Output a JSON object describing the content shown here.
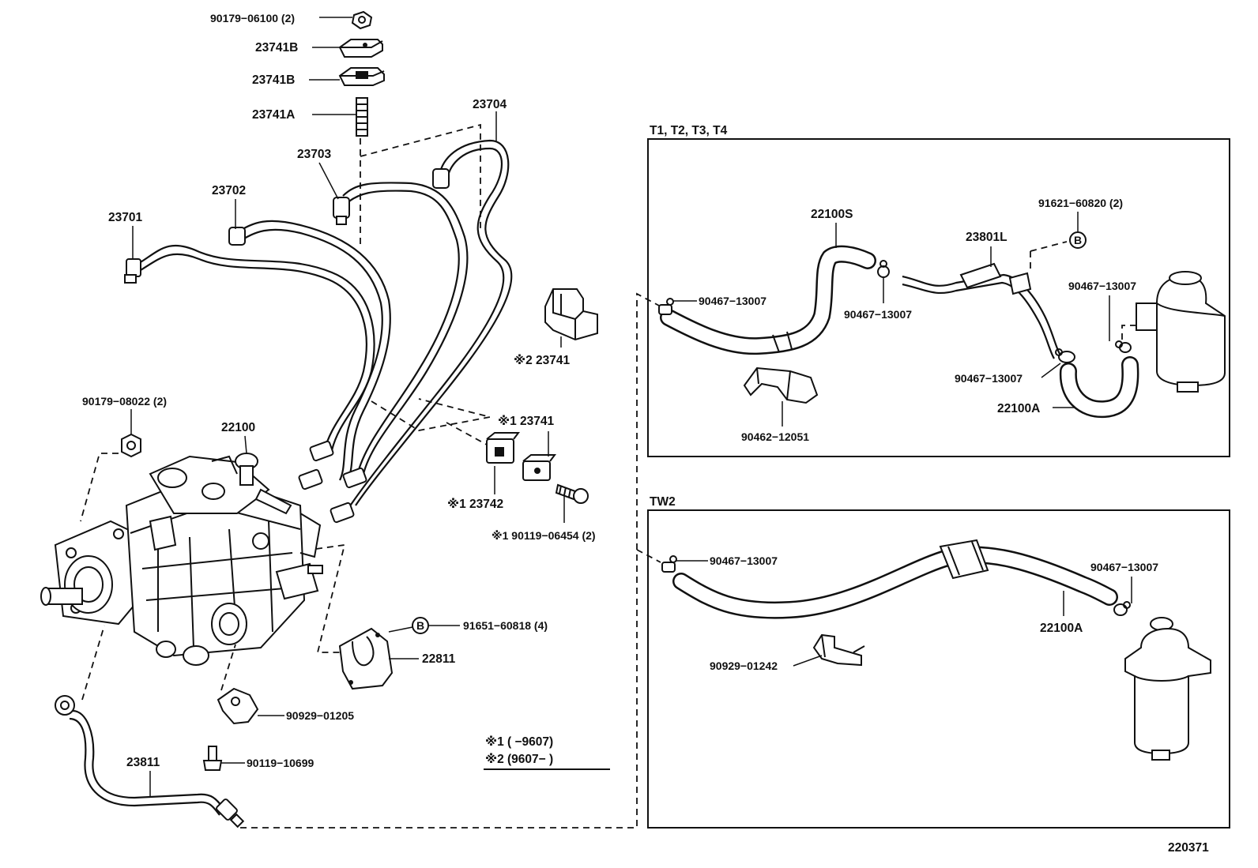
{
  "labels": {
    "p90179_06100": "90179−06100 (2)",
    "p23741B_a": "23741B",
    "p23741B_b": "23741B",
    "p23741A": "23741A",
    "p23704": "23704",
    "p23703": "23703",
    "p23702": "23702",
    "p23701": "23701",
    "p90179_08022": "90179−08022 (2)",
    "p22100": "22100",
    "p2_23741": "※2 23741",
    "p1_23741": "※1 23741",
    "p1_23742": "※1 23742",
    "p1_90119_06454": "※1 90119−06454 (2)",
    "p91651_60818": "91651−60818 (4)",
    "p22811": "22811",
    "p90929_01205": "90929−01205",
    "p90119_10699": "90119−10699",
    "p23811": "23811",
    "legend1": "※1 (      −9607)",
    "legend2": "※2 (9607−      )",
    "t_header": "T1, T2, T3, T4",
    "t_22100S": "22100S",
    "t_23801L": "23801L",
    "t_91621_60820": "91621−60820 (2)",
    "t_90467_a": "90467−13007",
    "t_90467_b": "90467−13007",
    "t_90467_c": "90467−13007",
    "t_90467_d": "90467−13007",
    "t_22100A": "22100A",
    "t_90462_12051": "90462−12051",
    "tw_header": "TW2",
    "tw_90467_a": "90467−13007",
    "tw_90467_b": "90467−13007",
    "tw_22100A": "22100A",
    "tw_90929_01242": "90929−01242",
    "marker_B": "B",
    "figure_no": "220371"
  }
}
